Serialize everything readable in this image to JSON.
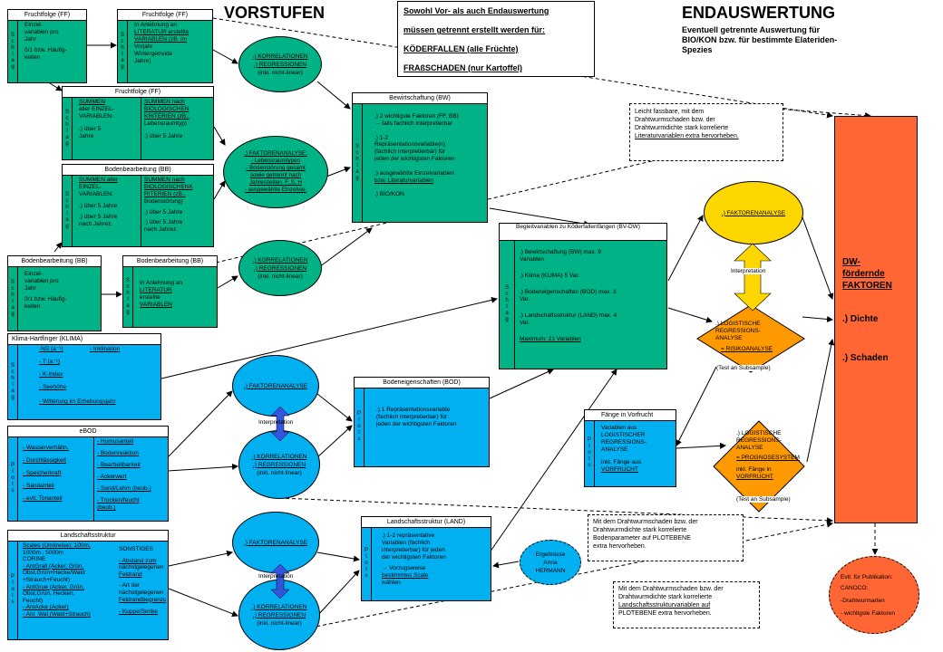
{
  "titles": {
    "vorstufen": "VORSTUFEN",
    "endauswertung": "ENDAUSWERTUNG",
    "end_sub": [
      "Eventuell getrennte Auswertung für",
      "BIO/KON bzw. für bestimmte Elateriden-",
      "Spezies"
    ]
  },
  "topbox": {
    "l1": "Sowohl Vor- als auch Endauswertung",
    "l2": "müssen getrennt erstellt werden für:",
    "l3": "KÖDERFALLEN (alle Früchte)",
    "l4": "FRAßSCHADEN (nur Kartoffel)"
  },
  "side_label": [
    "S",
    "c",
    "h",
    "l",
    "a",
    "g"
  ],
  "side_label_plots": [
    "P",
    "l",
    "o",
    "t",
    "s"
  ],
  "ff1": {
    "title": "Fruchtfolge (FF)",
    "lines": [
      "Einzel-",
      "variablen pro",
      "Jahr",
      "0/1 bzw. Häufig-",
      "keiten"
    ]
  },
  "ff2": {
    "title": "Fruchtfolge (FF)",
    "lines": [
      "In Anlehnung an",
      "LITERATUR erstellte",
      "VARIABLEN (zB. im",
      "Vorjahr",
      "Wintergetreide",
      "Jahre)"
    ]
  },
  "ff3": {
    "title": "Fruchtfolge (FF)",
    "col1": [
      "SUMMEN",
      "aller EINZEL-",
      "VARIABLEN:",
      ".) über 5",
      "Jahre"
    ],
    "col2": [
      "SUMMEN nach",
      "BIOLOGISCHEN",
      "KRITERIEN (zB.:",
      "Lebensraumtyp)",
      ".) über 5 Jahre"
    ]
  },
  "bb3": {
    "title": "Bodenbearbeitung (BB)",
    "col1": [
      "SUMMEN aller",
      "EINZEL-",
      "VARIABLEN:",
      ".) über 5 Jahre",
      ".) über 5 Jahre",
      "nach Jahrez."
    ],
    "col2": [
      "SUMMEN nach",
      "BIOLOGISCHENK",
      "RITERIEN (zB.:",
      "Bodenstörung)",
      ".) über 5 Jahre",
      ".) über 5 Jahre",
      "nach Jahrez."
    ]
  },
  "bb1": {
    "title": "Bodenbearbeitung (BB)",
    "lines": [
      "Einzel-",
      "variablen pro",
      "Jahr",
      "0/1 bzw. Häufig-",
      "keiten"
    ]
  },
  "bb2": {
    "title": "Bodenbearbeitung (BB)",
    "lines": [
      "In Anlehnung an",
      "LITERATUR",
      "erstellte",
      "VARIABLEN"
    ]
  },
  "klima": {
    "title": "Klima-Hartfinger (KLIMA)",
    "col1": [
      "-NS (a⁻¹)",
      "- T (a⁻¹)",
      "- K-Index",
      "- Seehöhe",
      "- Witterung im Erhebungsjahr"
    ],
    "col2": [
      "- Inklination"
    ]
  },
  "ebod": {
    "title": "eBOD",
    "col1": [
      "- Wasserverhältn.",
      "- Durchlässigkeit",
      "- Speicherkraft",
      "- Sandanteil",
      "- evtl. Tonanteil"
    ],
    "col2": [
      "- Humusanteil",
      "- Bodenreaktion",
      "- Bearbeitbarkeit",
      "- Ackerwert",
      "- Sand/Lehm (beob.)",
      "- Trocken/feucht",
      "(beob.)"
    ]
  },
  "land": {
    "title": "Landschaftsstruktur",
    "col1": [
      "Scales (Umkreise): 100m,",
      "1000m , 5000m",
      "CORINE",
      "- AntGrall (Acker, Grün,",
      "Obst,Grün+Hecke/Wald",
      "+Strauch+Feucht)",
      "- AntGrue (Acker, Grün,",
      "Obst,Grün, Hecken,",
      "Feucht)",
      "- AntAcke (Acker)",
      "- Ant_Wal (Wald+Strauch)"
    ],
    "col2": [
      "SONSTIGES",
      "- Abstand zum",
      "nächstgelegenen",
      "Feldrand",
      "- Art der nächstgelegenen",
      "Feldrandbegrenzung",
      "- Kuppe/Senke"
    ]
  },
  "bw": {
    "title": "Bewirtschaftung (BW)",
    "lines": [
      ".) 2 wichtigste Faktoren (FF, BB)",
      "→ falls fachlich interpretierbar",
      ".) 1-2",
      "Repräsentationsvariable(n)",
      "(fachlich interpretierbar) für",
      "jeden der wichtigsten Faktoren",
      ".) ausgewählte Einzelvariablen",
      "bzw. Literaturvariablen",
      ".) BIO/KON"
    ]
  },
  "begleit": {
    "title": "Begleitvariablen zu Köderfallenfängen (BV-DW)",
    "lines": [
      ".) Bewirtschaftung (BW) max. 9",
      "Variablen",
      ".) Klima (KLIMA) 5 Var.",
      ".) Bodeneigenschaften (BOD) max. 3",
      "Var.",
      ".) Landschaftsstruktur (LAND) max. 4",
      "Var.",
      "Maximum: 21 Variablen"
    ]
  },
  "bod": {
    "title": "Bodeneigenschaften (BOD)",
    "lines": [
      ".) 1 Repräsentationsvariable",
      "(fachlich interpretierbar) für",
      "jeden der wichtigsten Faktoren"
    ]
  },
  "landbox": {
    "title": "Landschaftsstruktur (LAND)",
    "lines": [
      ".) 1-2 repräsentative",
      "Variablen (fachlich",
      "interpretierbar) für jeden",
      "der wichtigsten Faktoren",
      "→ Vorzugsweise",
      "bestimmtes Scale",
      "wählen"
    ]
  },
  "faenge": {
    "title": "Fänge in Vorfrucht",
    "lines": [
      "Variablen aus",
      "LOGISTISCHER",
      "REGRESSIONS-",
      "ANALYSE",
      "inkl. Fänge aus",
      "VORFRUCHT"
    ]
  },
  "ellipses": {
    "korr": [
      ".) KORRELATIONEN",
      ".) REGRESSIONEN",
      "(inkl. nicht-linear)"
    ],
    "fa1": [
      ".) FAKTORENANALYSE:",
      "- Lebensraumtypen",
      "- Bodenstörung gesamt",
      "sowie getrennt nach",
      "Jahreszeiten: F, S, H",
      "- ausgewählte Einzelvar."
    ],
    "fa": ".) FAKTORENANALYSE",
    "hermann": [
      "Ergebnisse",
      "Anna",
      "HERMANN"
    ]
  },
  "interpretation": "Interpretation",
  "diamond1": {
    "lines": [
      ".) LOGISTISCHE",
      "REGRESSIONS-",
      "ANALYSE",
      "= RISIKOANALYSE"
    ],
    "sub": "(Test an Subsample)"
  },
  "diamond2": {
    "lines": [
      ".) LOGISTISCHE",
      "REGRESSIONS-",
      "ANALYSE",
      "= PROGNOSESYSTEM",
      "inkl. Fänge in",
      "VORFRUCHT"
    ],
    "sub": "(Test an Subsample)"
  },
  "dw": {
    "l1": "DW-",
    "l2": "fördernde",
    "l3": "FAKTOREN",
    "l4": ".) Dichte",
    "l5": ".) Schaden"
  },
  "notes": {
    "n1": [
      "Leicht fassbare, mit dem",
      "Drahtwurmschaden bzw. der",
      "Drahtwurmdichte stark korrelierte",
      "Literaturvariablen extra hervorheben."
    ],
    "n2": [
      "Mit dem Drahtwurmschaden bzw. der",
      "Drahtwurmdichte stark korrelierte",
      "Bodenparameter auf PLOTEBENE",
      "extra hervorheben."
    ],
    "n3": [
      "Mit dem Drahtwurmschaden bzw. der",
      "Drahtwurmdichte stark korrelierte",
      "Landschaftsstrukturvariablen auf",
      "PLOTEBENE extra hervorheben."
    ]
  },
  "pub": {
    "l1": "Evtl. für Publikation:",
    "l2": "CANOCO:",
    "l3": "-Drahtwurmarten",
    "l4": "- wichtigste Faktoren"
  },
  "colors": {
    "green": "#00b386",
    "cyan": "#00b0f0",
    "yellow": "#ffd700",
    "orange": "#ff9900",
    "orange_big": "#ff6633",
    "pub": "#ff6633"
  }
}
